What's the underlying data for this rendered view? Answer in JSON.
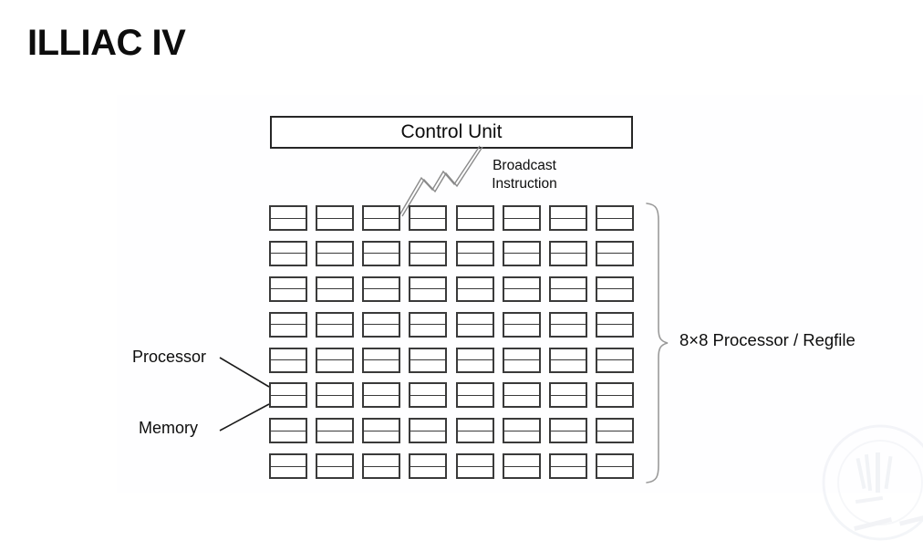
{
  "slide": {
    "title": "ILLIAC IV",
    "background_color": "#ffffff",
    "ink_color": "#0d0d0d",
    "box_border_color": "#262626"
  },
  "diagram": {
    "control_unit": {
      "label": "Control Unit"
    },
    "broadcast": {
      "line1": "Broadcast",
      "line2": "Instruction",
      "connector_icon": "lightning-bolt-icon"
    },
    "grid": {
      "rows": 8,
      "cols": 8,
      "cell": {
        "top_part": "Processor",
        "bottom_part": "Memory"
      }
    },
    "callouts": [
      {
        "name": "processor",
        "label": "Processor"
      },
      {
        "name": "memory",
        "label": "Memory"
      }
    ],
    "brace": {
      "label": "8×8 Processor / Regfile"
    }
  },
  "watermark": {
    "present": true,
    "description": "faint-circular-seal"
  }
}
